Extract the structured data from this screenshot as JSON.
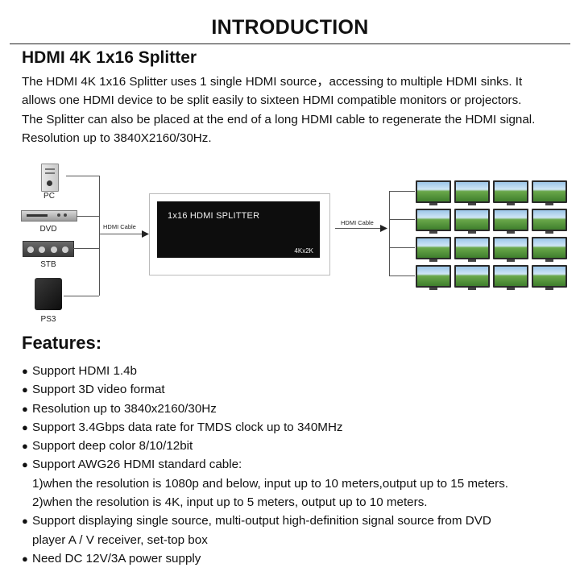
{
  "header": {
    "title": "INTRODUCTION",
    "product": "HDMI 4K 1x16 Splitter"
  },
  "intro": {
    "lines": [
      "The HDMI 4K 1x16 Splitter uses 1 single HDMI source，accessing to multiple HDMI sinks. It",
      "allows one HDMI device to be split easily to sixteen HDMI compatible monitors or projectors.",
      "The Splitter can also be placed at the end of a long HDMI cable to regenerate the HDMI signal.",
      "Resolution up to 3840X2160/30Hz."
    ]
  },
  "diagram": {
    "sources": [
      "PC",
      "DVD",
      "STB",
      "PS3"
    ],
    "input_cable_label": "HDMI Cable",
    "output_cable_label": "HDMI Cable",
    "splitter_name": "1x16 HDMI SPLITTER",
    "splitter_model": "4Kx2K",
    "monitor_count": 16
  },
  "features": {
    "heading": "Features:",
    "items": [
      {
        "lines": [
          "Support HDMI 1.4b"
        ]
      },
      {
        "lines": [
          "Support 3D video format"
        ]
      },
      {
        "lines": [
          "Resolution up to 3840x2160/30Hz"
        ]
      },
      {
        "lines": [
          "Support 3.4Gbps data rate for TMDS clock up to 340MHz"
        ]
      },
      {
        "lines": [
          "Support deep color 8/10/12bit"
        ]
      },
      {
        "lines": [
          "Support AWG26 HDMI standard cable:"
        ]
      },
      {
        "lines": [
          "1)when the resolution is 1080p and below, input up to 10 meters,output up to 15 meters.",
          "2)when the resolution is 4K, input up to 5 meters, output up to 10 meters."
        ],
        "bullet": false
      },
      {
        "lines": [
          "Support displaying single source, multi-output high-definition signal source from DVD",
          "player A / V receiver, set-top box"
        ]
      },
      {
        "lines": [
          "Need DC 12V/3A power supply"
        ]
      }
    ]
  }
}
